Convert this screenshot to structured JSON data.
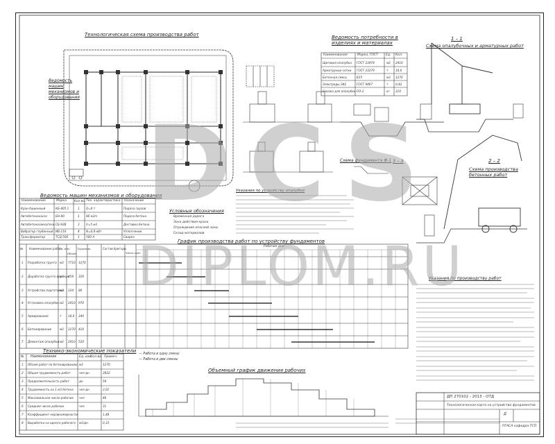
{
  "titles": {
    "tech_scheme": "Технологическая схема производства работ",
    "materials": "Ведомость потребности в изделиях и материалах",
    "machines": "Ведомость машин механизмов и оборудования",
    "legend": "Условные обозначения",
    "schedule": "График производства работ по устройству фундаментов",
    "tep": "Технико-экономические показатели",
    "workers": "Объемный график движения рабочих",
    "section11": "Схема опалубочных и арматурных работ",
    "section11_num": "1 – 1",
    "section22": "Схема производства бетонных работ",
    "section22_num": "2 – 2",
    "section33": "3 – 3",
    "foundation_scheme": "Схема фундамента Ф-1",
    "notes_title": "Указания по производству работ",
    "notes2_title": "Указания по устройству опалубки"
  },
  "materials_headers": [
    "Наименование",
    "Марка, ГОСТ",
    "Ед.",
    "Кол."
  ],
  "materials_rows": [
    [
      "Щитовая опалубка",
      "ГОСТ 23478",
      "м2",
      "2410"
    ],
    [
      "Арматурные сетки",
      "ГОСТ 23279",
      "т",
      "18,6"
    ],
    [
      "Бетонная смесь",
      "В15",
      "м3",
      "1270"
    ],
    [
      "Электроды Э42",
      "ГОСТ 9467",
      "т",
      "0,42"
    ],
    [
      "Смазка для опалубки",
      "ОЭ-2",
      "кг",
      "310"
    ]
  ],
  "machines_headers": [
    "Наименование",
    "Марка",
    "Кол-во",
    "Тех. характеристика",
    "Назначение"
  ],
  "machines_rows": [
    [
      "Кран башенный",
      "КБ-405.1",
      "1",
      "Q=9 т",
      "Подача грузов"
    ],
    [
      "Автобетононасос",
      "БН-80",
      "1",
      "80 м3/ч",
      "Подача бетона"
    ],
    [
      "Автобетоносмеситель",
      "СБ-92В",
      "3",
      "V=5 м3",
      "Доставка бетона"
    ],
    [
      "Вибратор глубинный",
      "ИВ-116",
      "4",
      "N=0,8 кВт",
      "Уплотнение"
    ],
    [
      "Трансформатор",
      "ТСД-500",
      "1",
      "500 А",
      "Сварка"
    ]
  ],
  "legend_items": [
    "Временная дорога",
    "Зона действия крана",
    "Ограждение опасной зоны",
    "Склад материалов"
  ],
  "schedule_headers": [
    "№",
    "Наименование работ",
    "Ед. изм.",
    "Объем",
    "Трудоемк.",
    "Состав бригады",
    "Число смен",
    "Рабочие дни"
  ],
  "schedule_rows": [
    [
      "1",
      "Разработка грунта",
      "м3",
      "7710",
      "1270"
    ],
    [
      "2",
      "Доработка грунта вручную",
      "м3",
      "458",
      "326"
    ],
    [
      "3",
      "Устройство подготовки",
      "м3",
      "124",
      "86"
    ],
    [
      "4",
      "Установка опалубки",
      "м2",
      "2410",
      "970"
    ],
    [
      "5",
      "Армирование",
      "т",
      "18,6",
      "240"
    ],
    [
      "6",
      "Бетонирование",
      "м3",
      "1270",
      "410"
    ],
    [
      "7",
      "Демонтаж опалубки",
      "м2",
      "2410",
      "520"
    ]
  ],
  "tep_headers": [
    "№",
    "Наименование",
    "Ед. изм.",
    "Кол-во",
    "Примеч."
  ],
  "tep_rows": [
    [
      "1",
      "Объем работ по бетонированию",
      "м3",
      "1270"
    ],
    [
      "2",
      "Общая трудоемкость работ",
      "чел-дн",
      "3822"
    ],
    [
      "3",
      "Продолжительность работ",
      "дн",
      "58"
    ],
    [
      "4",
      "Трудоемкость на 1 м3 бетона",
      "чел-дн",
      "3,01"
    ],
    [
      "5",
      "Максимальное число рабочих",
      "чел",
      "46"
    ],
    [
      "6",
      "Среднее число рабочих",
      "чел",
      "31"
    ],
    [
      "7",
      "Коэффициент неравномерности",
      "",
      "1,48"
    ],
    [
      "8",
      "Выработка на одного рабочего",
      "м3/дн",
      "0,33"
    ]
  ],
  "legend_lines": [
    "— Работа в одну смену",
    "— Работа в две смены"
  ],
  "watermark": {
    "top": "DCS",
    "bottom": "DIPLOM.RU"
  },
  "title_block": {
    "code": "ДП 270102 - 2013 - ОТД",
    "sheet_name": "Технологическая карта на устройство фундаментов",
    "stage": "Д",
    "org": "ПГАСА кафедра ТСП"
  },
  "colors": {
    "ink": "#222222",
    "watermark": "#aaaaaa"
  }
}
